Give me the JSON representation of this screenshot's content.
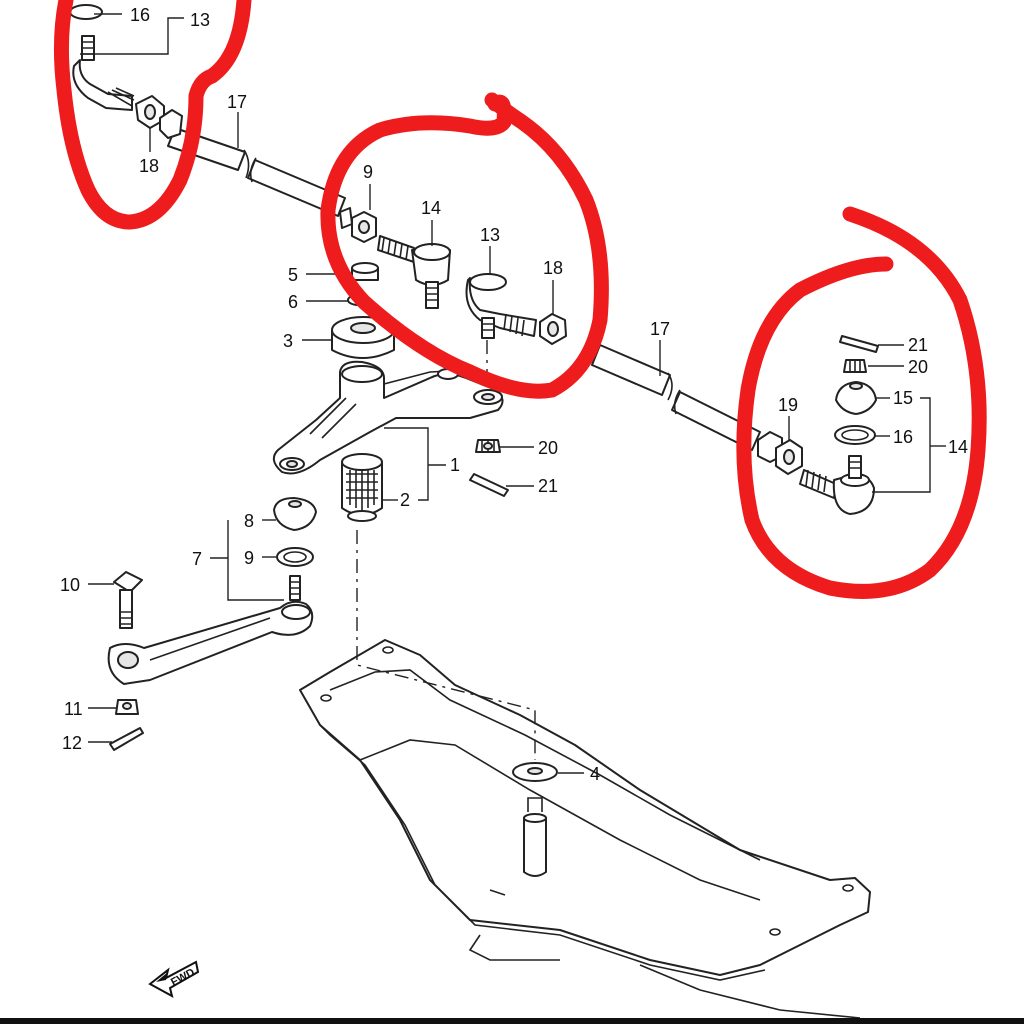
{
  "diagram": {
    "callouts": {
      "c16a": "16",
      "c13a": "13",
      "c17a": "17",
      "c18a": "18",
      "c9a": "9",
      "c14a": "14",
      "c13b": "13",
      "c18b": "18",
      "c5": "5",
      "c6": "6",
      "c3": "3",
      "c17b": "17",
      "c21a": "21",
      "c20a": "20",
      "c15": "15",
      "c19": "19",
      "c16b": "16",
      "c14b": "14",
      "c20b": "20",
      "c1": "1",
      "c2": "2",
      "c21b": "21",
      "c8": "8",
      "c7": "7",
      "c9b": "9",
      "c10": "10",
      "c11": "11",
      "c12": "12",
      "c4": "4"
    },
    "fwd_label": "FWD",
    "highlight_color": "#ee1c1c"
  }
}
